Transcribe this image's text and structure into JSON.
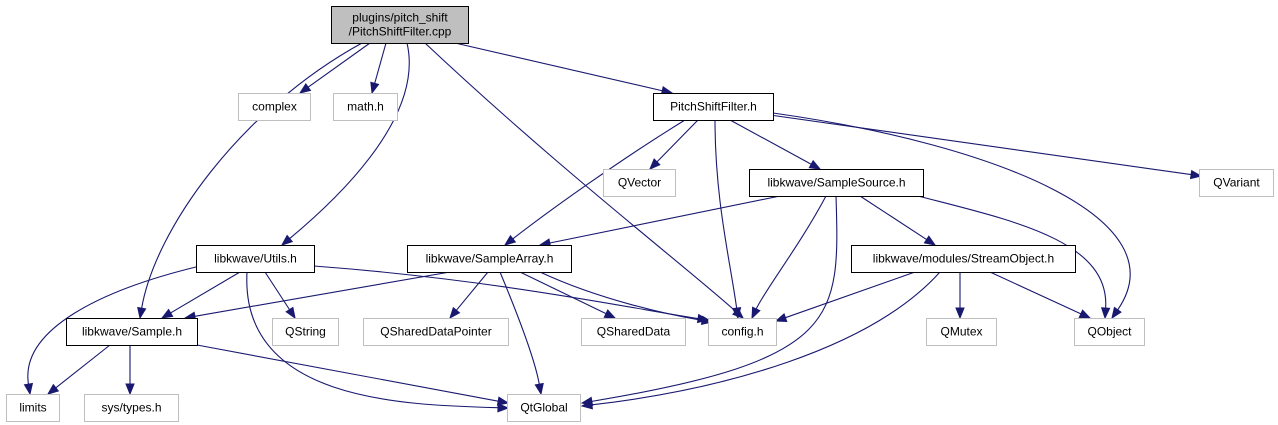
{
  "colors": {
    "edge": "#191970",
    "root_fill": "#bfbfbf",
    "documented_border": "#000000",
    "external_border": "#bfbfbf"
  },
  "nodes": {
    "root": {
      "lines": [
        "plugins/pitch_shift",
        "/PitchShiftFilter.cpp"
      ],
      "kind": "root"
    },
    "complex": {
      "lines": [
        "complex"
      ],
      "kind": "external"
    },
    "math_h": {
      "lines": [
        "math.h"
      ],
      "kind": "external"
    },
    "pitchshiftfilter_h": {
      "lines": [
        "PitchShiftFilter.h"
      ],
      "kind": "documented"
    },
    "qvector": {
      "lines": [
        "QVector"
      ],
      "kind": "external"
    },
    "samplesource_h": {
      "lines": [
        "libkwave/SampleSource.h"
      ],
      "kind": "documented"
    },
    "qvariant": {
      "lines": [
        "QVariant"
      ],
      "kind": "external"
    },
    "utils_h": {
      "lines": [
        "libkwave/Utils.h"
      ],
      "kind": "documented"
    },
    "samplearray_h": {
      "lines": [
        "libkwave/SampleArray.h"
      ],
      "kind": "documented"
    },
    "streamobject_h": {
      "lines": [
        "libkwave/modules/StreamObject.h"
      ],
      "kind": "documented"
    },
    "sample_h": {
      "lines": [
        "libkwave/Sample.h"
      ],
      "kind": "documented"
    },
    "qstring": {
      "lines": [
        "QString"
      ],
      "kind": "external"
    },
    "qshareddatapointer": {
      "lines": [
        "QSharedDataPointer"
      ],
      "kind": "external"
    },
    "qshareddata": {
      "lines": [
        "QSharedData"
      ],
      "kind": "external"
    },
    "config_h": {
      "lines": [
        "config.h"
      ],
      "kind": "external"
    },
    "qmutex": {
      "lines": [
        "QMutex"
      ],
      "kind": "external"
    },
    "qobject": {
      "lines": [
        "QObject"
      ],
      "kind": "external"
    },
    "limits": {
      "lines": [
        "limits"
      ],
      "kind": "external"
    },
    "sys_types_h": {
      "lines": [
        "sys/types.h"
      ],
      "kind": "external"
    },
    "qtglobal": {
      "lines": [
        "QtGlobal"
      ],
      "kind": "external"
    }
  },
  "edges": [
    [
      "root",
      "complex"
    ],
    [
      "root",
      "math_h"
    ],
    [
      "root",
      "pitchshiftfilter_h"
    ],
    [
      "root",
      "utils_h"
    ],
    [
      "root",
      "sample_h"
    ],
    [
      "root",
      "config_h"
    ],
    [
      "pitchshiftfilter_h",
      "qvector"
    ],
    [
      "pitchshiftfilter_h",
      "samplesource_h"
    ],
    [
      "pitchshiftfilter_h",
      "qvariant"
    ],
    [
      "pitchshiftfilter_h",
      "samplearray_h"
    ],
    [
      "pitchshiftfilter_h",
      "config_h"
    ],
    [
      "pitchshiftfilter_h",
      "qobject"
    ],
    [
      "samplesource_h",
      "samplearray_h"
    ],
    [
      "samplesource_h",
      "streamobject_h"
    ],
    [
      "samplesource_h",
      "config_h"
    ],
    [
      "samplesource_h",
      "qobject"
    ],
    [
      "samplesource_h",
      "qtglobal"
    ],
    [
      "utils_h",
      "sample_h"
    ],
    [
      "utils_h",
      "qstring"
    ],
    [
      "utils_h",
      "config_h"
    ],
    [
      "utils_h",
      "limits"
    ],
    [
      "utils_h",
      "qtglobal"
    ],
    [
      "samplearray_h",
      "sample_h"
    ],
    [
      "samplearray_h",
      "qshareddatapointer"
    ],
    [
      "samplearray_h",
      "qshareddata"
    ],
    [
      "samplearray_h",
      "config_h"
    ],
    [
      "samplearray_h",
      "qtglobal"
    ],
    [
      "streamobject_h",
      "config_h"
    ],
    [
      "streamobject_h",
      "qmutex"
    ],
    [
      "streamobject_h",
      "qobject"
    ],
    [
      "streamobject_h",
      "qtglobal"
    ],
    [
      "sample_h",
      "limits"
    ],
    [
      "sample_h",
      "sys_types_h"
    ],
    [
      "sample_h",
      "qtglobal"
    ]
  ]
}
